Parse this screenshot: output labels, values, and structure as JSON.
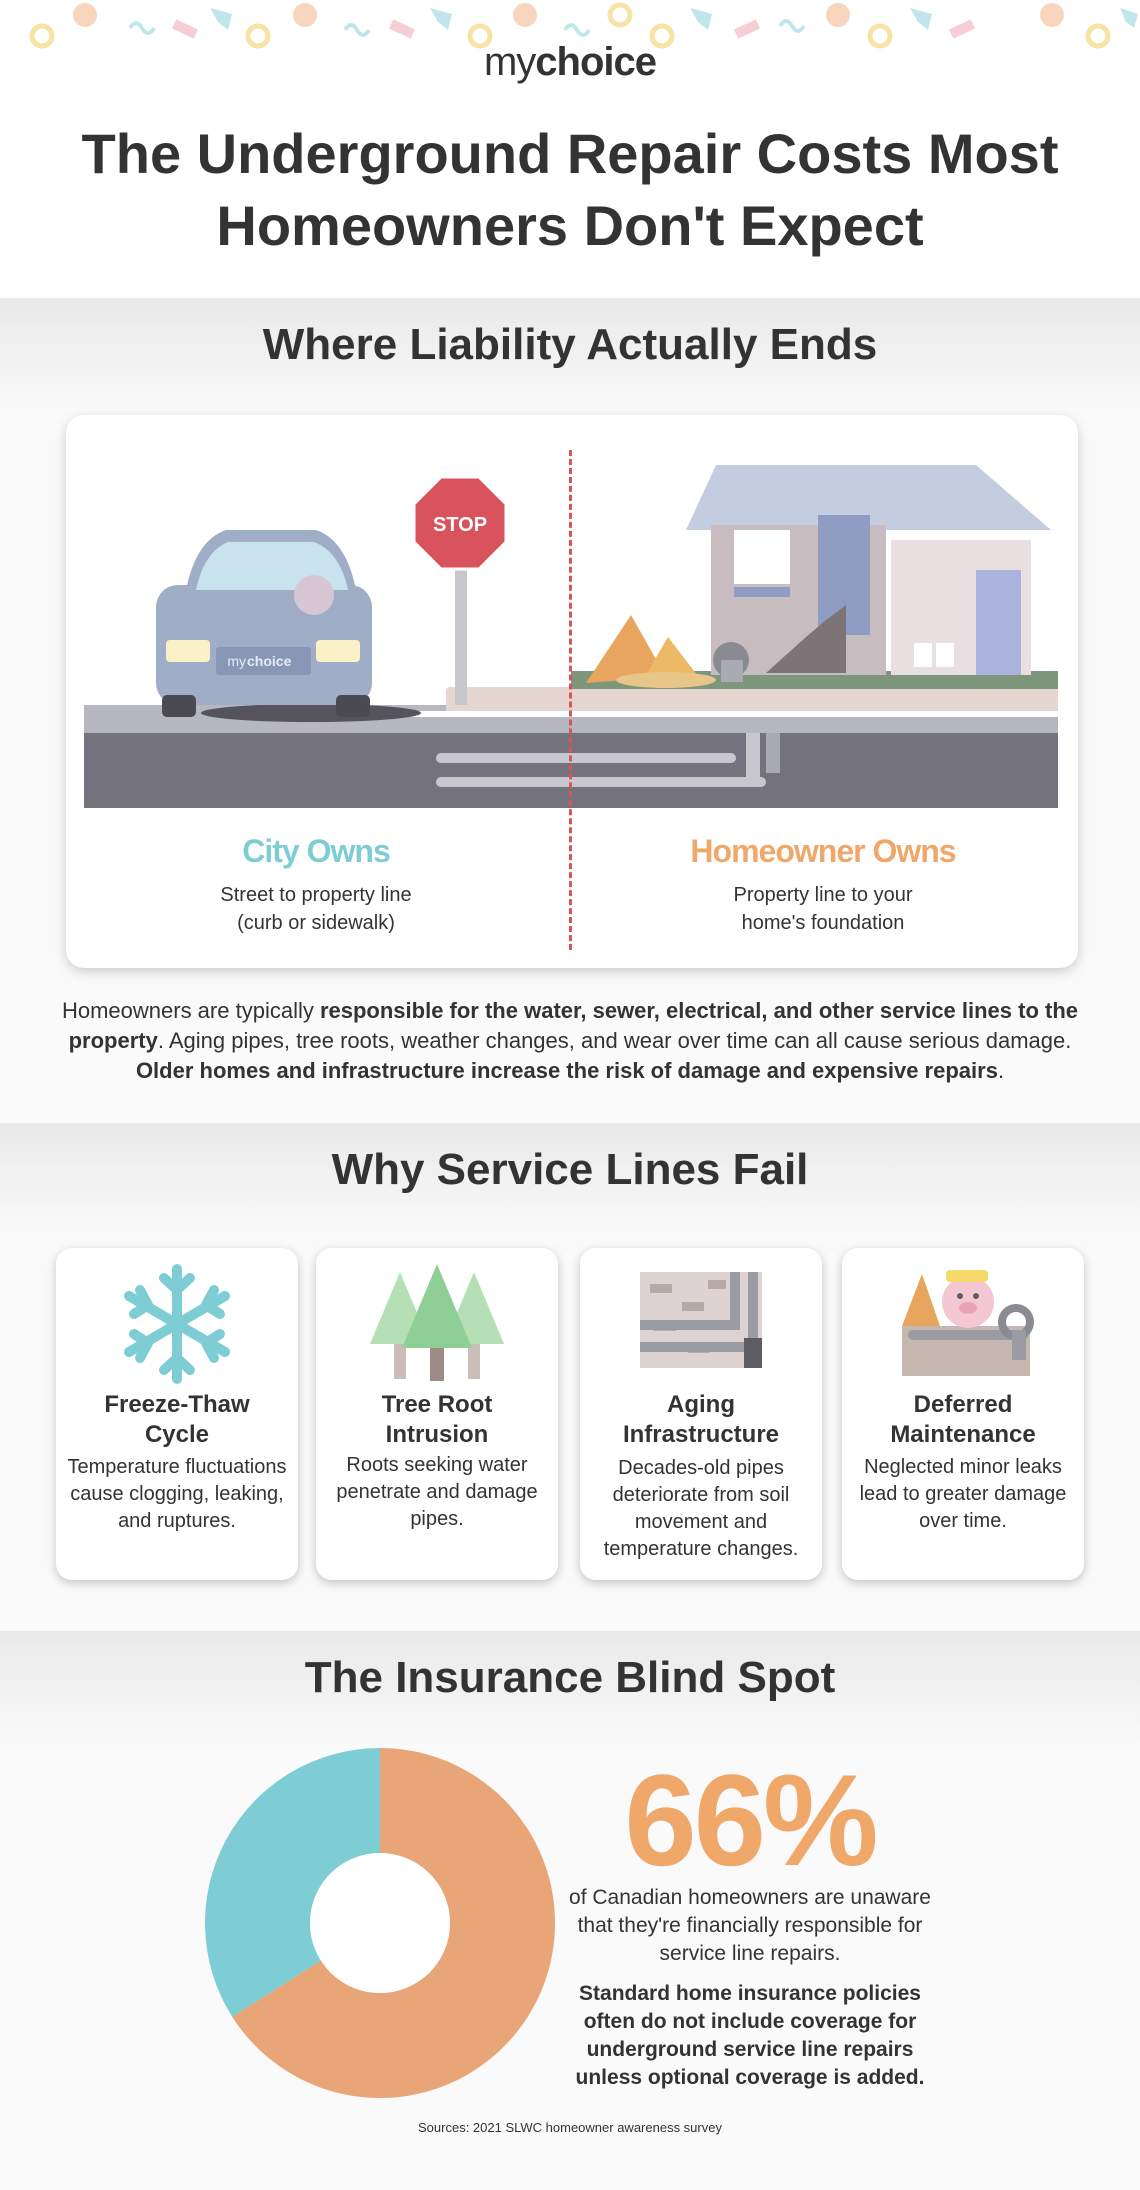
{
  "brand": {
    "my": "my",
    "choice": "choice"
  },
  "header": {
    "title": "The Underground Repair Costs Most Homeowners Don't Expect"
  },
  "liability": {
    "section_title": "Where Liability Actually Ends",
    "stop_sign": "STOP",
    "car_plate_my": "my",
    "car_plate_choice": "choice",
    "city": {
      "title": "City Owns",
      "desc_line1": "Street to property line",
      "desc_line2": "(curb or sidewalk)"
    },
    "homeowner": {
      "title": "Homeowner Owns",
      "desc_line1": "Property line to your",
      "desc_line2": "home's foundation"
    },
    "explanation": {
      "p1": "Homeowners are typically ",
      "b1": "responsible for the water, sewer, electrical, and other service lines to the property",
      "p2": ". Aging pipes, tree roots, weather changes, and wear over time can all cause serious damage. ",
      "b2": "Older homes and infrastructure increase the risk of damage and expensive repairs",
      "p3": "."
    }
  },
  "failures": {
    "section_title": "Why Service Lines Fail",
    "cards": [
      {
        "icon": "snowflake-icon",
        "title_line1": "Freeze-Thaw",
        "title_line2": "Cycle",
        "desc": "Temperature fluctuations cause clogging, leaking, and ruptures."
      },
      {
        "icon": "trees-icon",
        "title_line1": "Tree Root",
        "title_line2": "Intrusion",
        "desc": "Roots seeking water penetrate and damage pipes."
      },
      {
        "icon": "pipes-icon",
        "title_line1": "Aging",
        "title_line2": "Infrastructure",
        "desc": "Decades-old pipes deteriorate from soil movement and temperature changes."
      },
      {
        "icon": "excavation-icon",
        "title_line1": "Deferred",
        "title_line2": "Maintenance",
        "desc": "Neglected minor leaks lead to greater damage over time."
      }
    ]
  },
  "insurance": {
    "section_title": "The Insurance Blind Spot",
    "stat": "66%",
    "stat_text": "of Canadian homeowners are unaware that they're financially responsible for service line repairs.",
    "stat_bold": "Standard home insurance policies often do not include coverage for underground service line repairs unless optional coverage is added."
  },
  "chart_data": {
    "type": "pie",
    "categories": [
      "unaware",
      "aware"
    ],
    "values": [
      66,
      34
    ],
    "colors": [
      "#e8a577",
      "#7ecdd4"
    ]
  },
  "sources": "Sources: 2021 SLWC homeowner awareness survey",
  "colors": {
    "teal": "#7ecdd4",
    "orange": "#f0a76a",
    "red": "#d9535c"
  }
}
